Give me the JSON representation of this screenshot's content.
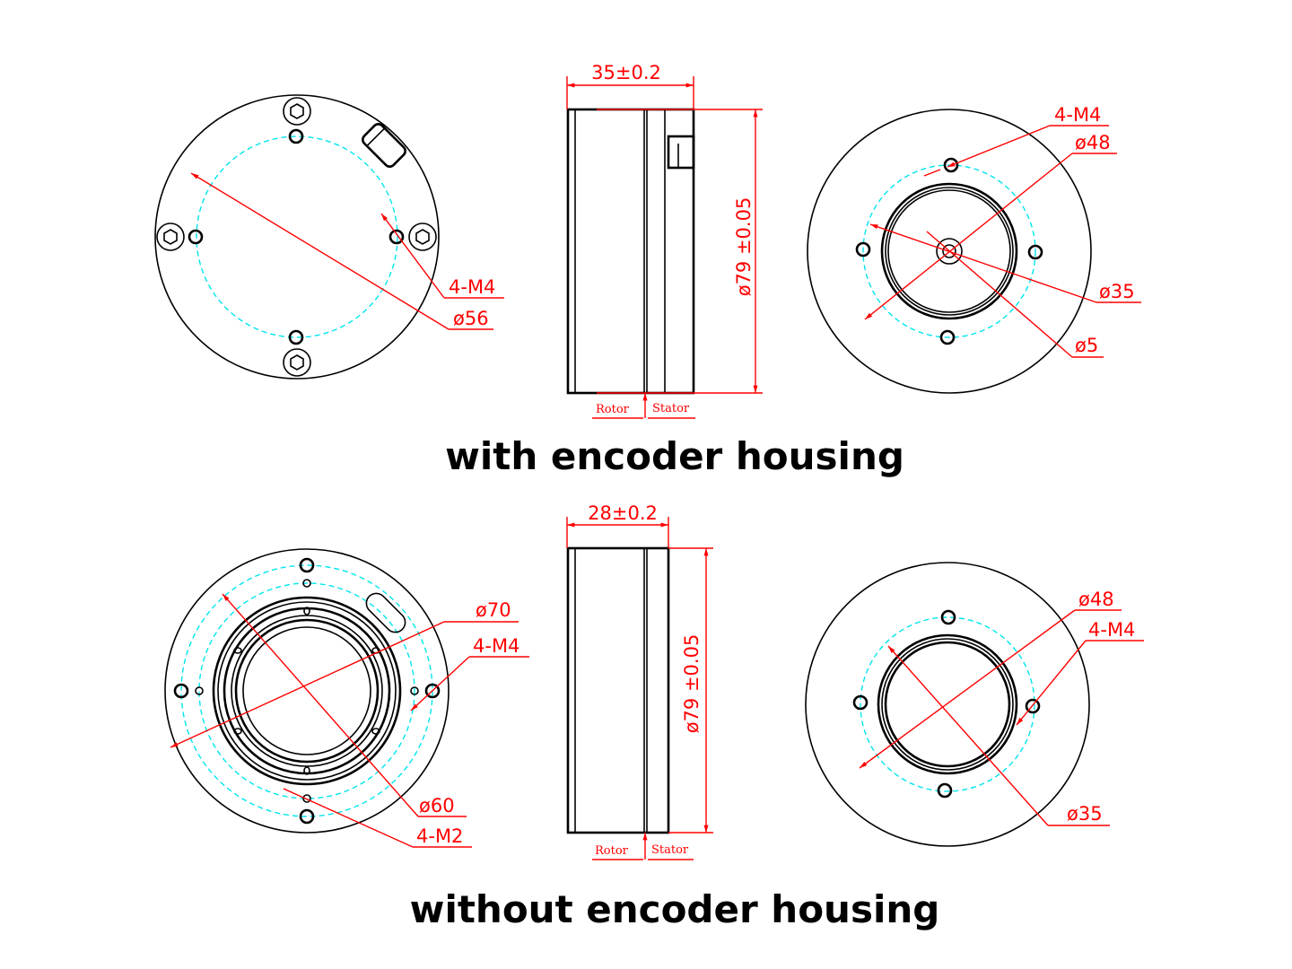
{
  "colors": {
    "dimension": "#ff0000",
    "centerline": "#00e5ee",
    "outline": "#000000"
  },
  "with_encoder": {
    "title": "with encoder housing",
    "front": {
      "holes_label": "4-M4",
      "pcd_label": "ø56"
    },
    "side": {
      "width_label": "35±0.2",
      "diameter_label": "ø79 ±0.05",
      "rotor_label": "Rotor",
      "stator_label": "Stator"
    },
    "back": {
      "holes_label": "4-M4",
      "pcd_label": "ø48",
      "bore_label": "ø35",
      "center_label": "ø5"
    }
  },
  "without_encoder": {
    "title": "without encoder housing",
    "front": {
      "outer_pcd_label": "ø70",
      "holes_label": "4-M4",
      "inner_pcd_label": "ø60",
      "small_holes_label": "4-M2"
    },
    "side": {
      "width_label": "28±0.2",
      "diameter_label": "ø79 ±0.05",
      "rotor_label": "Rotor",
      "stator_label": "Stator"
    },
    "back": {
      "pcd_label": "ø48",
      "holes_label": "4-M4",
      "bore_label": "ø35"
    }
  }
}
